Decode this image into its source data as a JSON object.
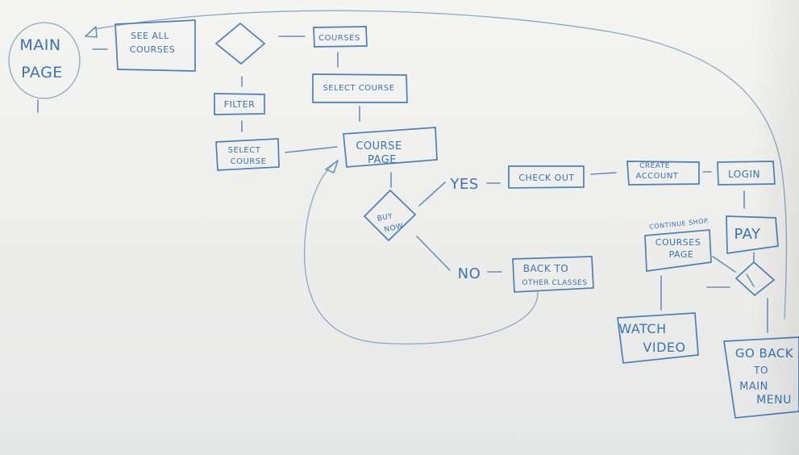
{
  "colors": {
    "paper": "#f2f2f0",
    "marker": "#3c73b0",
    "pencil": "#7f9ec4"
  },
  "nodes": {
    "main_page": [
      "MAIN",
      "PAGE"
    ],
    "see_all_courses": [
      "SEE ALL",
      "COURSES"
    ],
    "courses": "COURSES",
    "filter": "FILTER",
    "select_course_top": "SELECT COURSE",
    "select_course_left": [
      "SELECT",
      "COURSE"
    ],
    "course_page": [
      "COURSE",
      "PAGE"
    ],
    "buy_now": [
      "BUY",
      "NOW"
    ],
    "yes": "YES",
    "no": "NO",
    "check_out": "CHECK OUT",
    "create_account": [
      "CREATE",
      "ACCOUNT"
    ],
    "login": "LOGIN",
    "pay": "PAY",
    "continue_shop": "CONTINUE SHOP.",
    "courses_page": [
      "COURSES",
      "PAGE"
    ],
    "back_to_other_classes": [
      "BACK TO",
      "OTHER CLASSES"
    ],
    "watch_video": [
      "WATCH",
      "VIDEO"
    ],
    "go_back_to_main_menu": [
      "GO BACK",
      "TO",
      "MAIN",
      "MENU"
    ]
  }
}
